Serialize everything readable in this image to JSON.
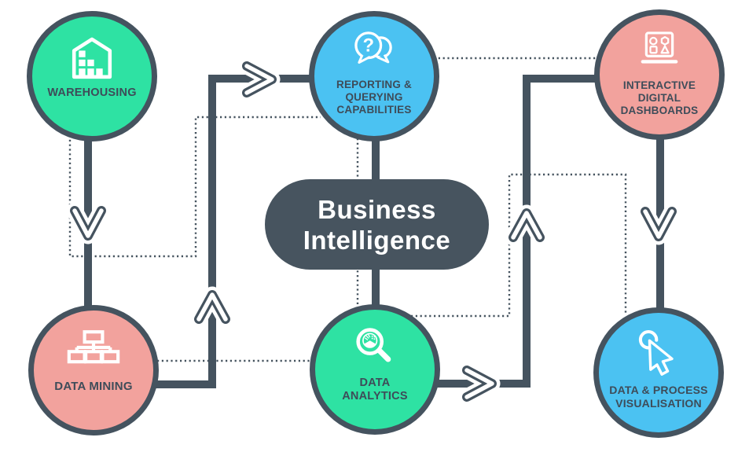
{
  "diagram": {
    "title": "Business\nIntelligence",
    "nodes": {
      "warehousing": {
        "label": "WAREHOUSING"
      },
      "reporting": {
        "label": "REPORTING &\nQUERYING\nCAPABILITIES"
      },
      "dashboards": {
        "label": "INTERACTIVE\nDIGITAL\nDASHBOARDS"
      },
      "mining": {
        "label": "DATA MINING"
      },
      "analytics": {
        "label": "DATA\nANALYTICS"
      },
      "visualisation": {
        "label": "DATA & PROCESS\nVISUALISATION"
      }
    },
    "bubble_question_mark": "?",
    "colors": {
      "green": "#2EE2A3",
      "blue": "#4BC2F2",
      "pink": "#F2A29D",
      "line_dark": "#45535F",
      "label_text": "#3E4C59",
      "center_bg": "#47545F",
      "center_text": "#FFFFFF",
      "background": "#FFFFFF"
    }
  }
}
